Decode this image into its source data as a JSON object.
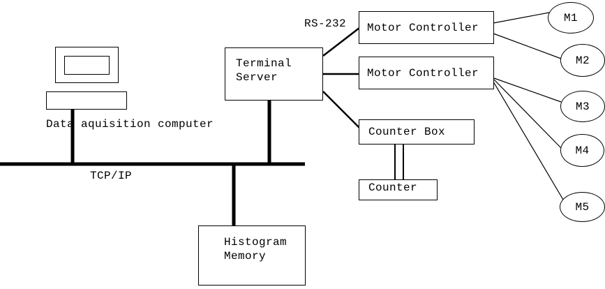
{
  "diagram": {
    "annotations": {
      "rs232": "RS-232",
      "tcpip": "TCP/IP",
      "computer_caption": "Data aquisition computer"
    },
    "nodes": {
      "terminal_server": {
        "line1": "Terminal",
        "line2": "Server"
      },
      "motor_controller_1": {
        "label": "Motor Controller"
      },
      "motor_controller_2": {
        "label": "Motor Controller"
      },
      "counter_box": {
        "label": "Counter Box"
      },
      "counter": {
        "label": "Counter"
      },
      "histogram_memory": {
        "line1": "Histogram",
        "line2": "Memory"
      }
    },
    "motors": [
      {
        "label": "M1"
      },
      {
        "label": "M2"
      },
      {
        "label": "M3"
      },
      {
        "label": "M4"
      },
      {
        "label": "M5"
      }
    ],
    "colors": {
      "ink": "#000000",
      "background": "#ffffff"
    }
  }
}
